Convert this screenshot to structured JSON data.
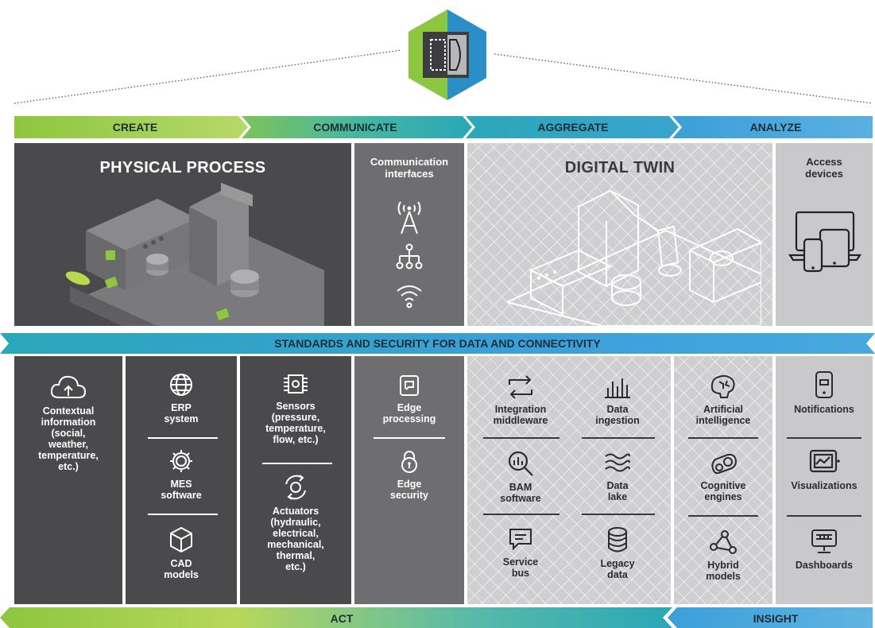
{
  "stages": {
    "create": "CREATE",
    "communicate": "COMMUNICATE",
    "aggregate": "AGGREGATE",
    "analyze": "ANALYZE"
  },
  "top": {
    "physical_process": "PHYSICAL PROCESS",
    "communication_interfaces": [
      "Communication",
      "interfaces"
    ],
    "digital_twin": "DIGITAL TWIN",
    "access_devices": [
      "Access",
      "devices"
    ]
  },
  "standards_bar": "STANDARDS AND SECURITY FOR DATA AND CONNECTIVITY",
  "bottom": {
    "contextual": [
      "Contextual",
      "information",
      "(social,",
      "weather,",
      "temperature,",
      "etc.)"
    ],
    "erp": [
      "ERP",
      "system"
    ],
    "mes": [
      "MES",
      "software"
    ],
    "cad": [
      "CAD",
      "models"
    ],
    "sensors": [
      "Sensors",
      "(pressure,",
      "temperature,",
      "flow, etc.)"
    ],
    "actuators": [
      "Actuators",
      "(hydraulic,",
      "electrical,",
      "mechanical,",
      "thermal,",
      "etc.)"
    ],
    "edge_processing": [
      "Edge",
      "processing"
    ],
    "edge_security": [
      "Edge",
      "security"
    ],
    "integration": [
      "Integration",
      "middleware"
    ],
    "data_ingestion": [
      "Data",
      "ingestion"
    ],
    "bam": [
      "BAM",
      "software"
    ],
    "data_lake": [
      "Data",
      "lake"
    ],
    "service_bus": [
      "Service",
      "bus"
    ],
    "legacy_data": [
      "Legacy",
      "data"
    ],
    "ai": [
      "Artificial",
      "intelligence"
    ],
    "cognitive": [
      "Cognitive",
      "engines"
    ],
    "hybrid": [
      "Hybrid",
      "models"
    ],
    "notifications": "Notifications",
    "visualizations": "Visualizations",
    "dashboards": "Dashboards"
  },
  "bottom_bar": {
    "act": "ACT",
    "insight": "INSIGHT"
  },
  "colors": {
    "green": "#8dc63f",
    "teal": "#2aa7b8",
    "blue": "#3b9fd8",
    "dark_panel": "#4a4a4d",
    "light_panel": "#cfcfd1"
  }
}
